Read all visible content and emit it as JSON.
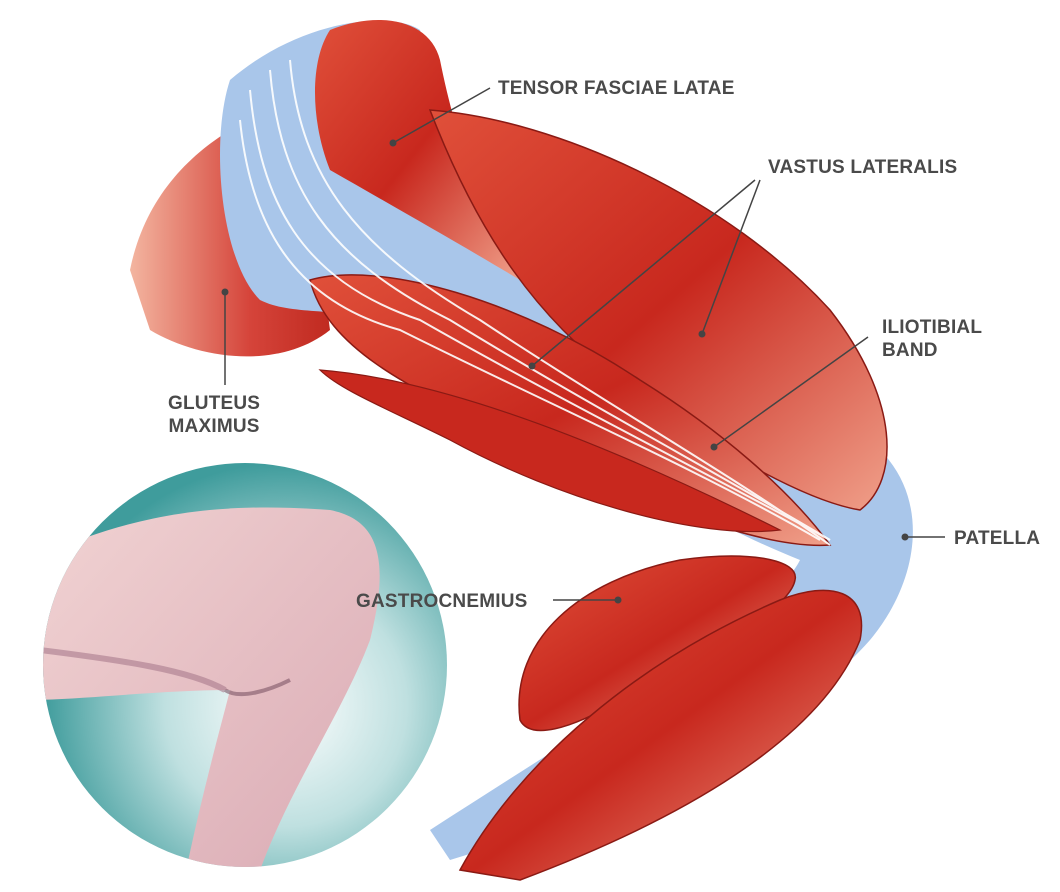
{
  "labels": {
    "tensor_fasciae_latae": "TENSOR FASCIAE LATAE",
    "vastus_lateralis": "VASTUS LATERALIS",
    "iliotibial_band_line1": "ILIOTIBIAL",
    "iliotibial_band_line2": "BAND",
    "gluteus_maximus_line1": "GLUTEUS",
    "gluteus_maximus_line2": "MAXIMUS",
    "patella": "PATELLA",
    "gastrocnemius": "GASTROCNEMIUS"
  },
  "colors": {
    "muscle": "#c8281e",
    "muscle_light": "#f0a08a",
    "fascia": "#a9c6ea",
    "label": "#4a4a4a",
    "inset_teal": "#4fa6a6",
    "skin": "#e8bfc4"
  }
}
